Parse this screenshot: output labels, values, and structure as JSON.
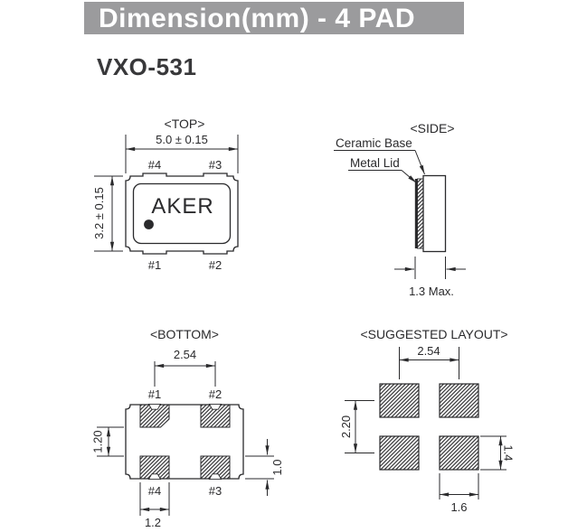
{
  "header": {
    "title": "Dimension(mm) - 4 PAD"
  },
  "product": {
    "model": "VXO-531",
    "brand_mark": "AKER"
  },
  "top_view": {
    "label": "<TOP>",
    "width_dim": "5.0 ± 0.15",
    "height_dim": "3.2 ± 0.15",
    "pad_top_left": "#4",
    "pad_top_right": "#3",
    "pad_bottom_left": "#1",
    "pad_bottom_right": "#2"
  },
  "side_view": {
    "label": "<SIDE>",
    "ceramic_base_label": "Ceramic Base",
    "metal_lid_label": "Metal Lid",
    "thickness_dim": "1.3 Max."
  },
  "bottom_view": {
    "label": "<BOTTOM>",
    "pitch_dim": "2.54",
    "pad_gap_dim": "1.20",
    "pad_height_dim": "1.0",
    "pad_width_dim": "1.2",
    "pad_top_left": "#1",
    "pad_top_right": "#2",
    "pad_bottom_left": "#4",
    "pad_bottom_right": "#3"
  },
  "layout_view": {
    "label": "<SUGGESTED LAYOUT>",
    "pitch_x_dim": "2.54",
    "pitch_y_dim": "2.20",
    "pad_height_dim": "1.4",
    "pad_width_dim": "1.6"
  },
  "colors": {
    "header_bg": "#9b9b9d",
    "header_text": "#ffffff",
    "line": "#2a2a2c"
  }
}
